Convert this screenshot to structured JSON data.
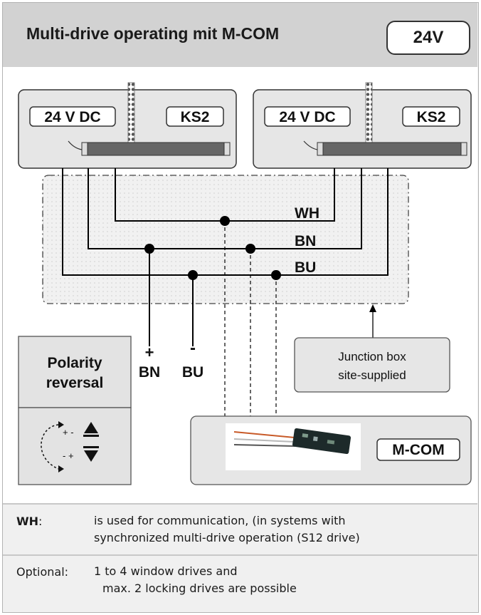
{
  "header": {
    "title": "Multi-drive operating mit M-COM",
    "voltage": "24V"
  },
  "drives": [
    {
      "supply_label": "24 V DC",
      "model_label": "KS2"
    },
    {
      "supply_label": "24 V DC",
      "model_label": "KS2"
    }
  ],
  "wires": {
    "wh": "WH",
    "bn": "BN",
    "bu": "BU"
  },
  "terminals": {
    "plus_sign": "+",
    "plus_label": "BN",
    "minus_sign": "-",
    "minus_label": "BU"
  },
  "polarity": {
    "title_line1": "Polarity",
    "title_line2": "reversal",
    "sign_up": "+ -",
    "sign_down": "- +"
  },
  "junction_box": {
    "line1": "Junction box",
    "line2": "site-supplied"
  },
  "mcom": {
    "label": "M-COM"
  },
  "notes": [
    {
      "key": "WH",
      "suffix": ":",
      "line1": "is used for communication,  (in systems with",
      "line2": "synchronized multi-drive operation (S12 drive)"
    },
    {
      "key": "Optional:",
      "suffix": "",
      "line1": "1 to 4 window drives and",
      "line2": "max. 2 locking drives are possible"
    }
  ],
  "colors": {
    "header_bg": "#d2d2d2",
    "panel_bg": "#f0f0f0",
    "wire": "#000000"
  }
}
